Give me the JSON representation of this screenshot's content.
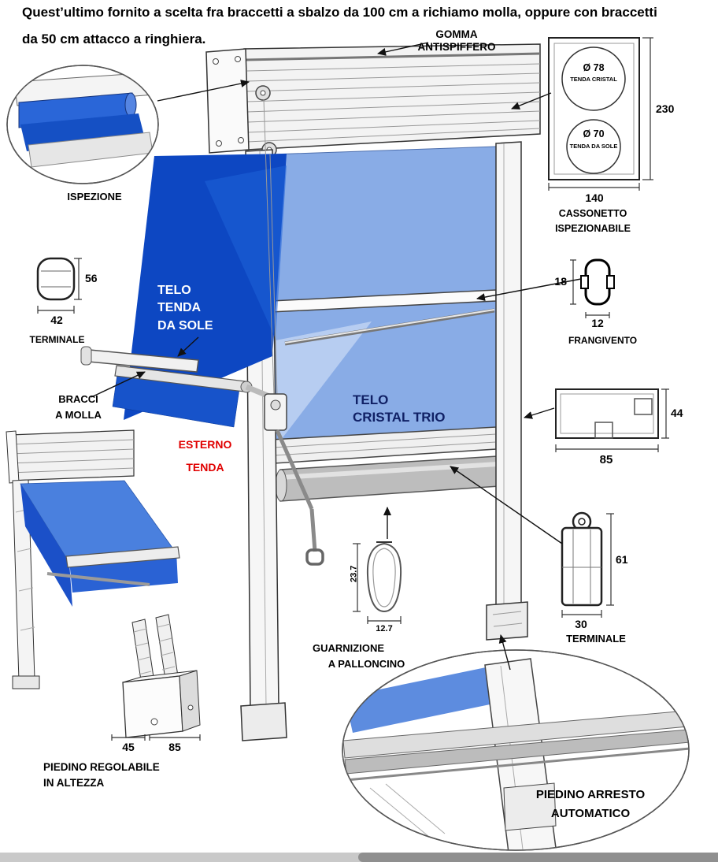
{
  "page": {
    "intro_line1": "Quest’ultimo fornito a scelta fra braccetti a sbalzo da 100 cm a richiamo molla, oppure con braccetti",
    "intro_line2": "da 50 cm attacco a ringhiera."
  },
  "colors": {
    "awning_dark_blue": "#0d47c2",
    "cristal_blue": "#79a1e3",
    "accent_red": "#e00000",
    "navy_text": "#102065"
  },
  "callouts": {
    "gomma_antispiffero": {
      "line1": "GOMMA",
      "line2": "ANTISPIFFERO"
    },
    "ispezione": {
      "label": "ISPEZIONE"
    },
    "cassonetto": {
      "circle1_dia": "Ø 78",
      "circle1_name": "TENDA CRISTAL",
      "circle2_dia": "Ø 70",
      "circle2_name": "TENDA DA SOLE",
      "height": "230",
      "width": "140",
      "name_line1": "CASSONETTO",
      "name_line2": "ISPEZIONABILE"
    },
    "terminale_sx": {
      "label": "TERMINALE",
      "height": "56",
      "width": "42"
    },
    "telo_tenda_da_sole": {
      "line1": "TELO",
      "line2": "TENDA",
      "line3": "DA SOLE"
    },
    "bracci_a_molla": {
      "line1": "BRACCI",
      "line2": "A MOLLA"
    },
    "esterno_tenda": {
      "line1": "ESTERNO",
      "line2": "TENDA"
    },
    "telo_cristal": {
      "line1": "TELO",
      "line2": "CRISTAL TRIO"
    },
    "frangivento": {
      "label": "FRANGIVENTO",
      "height": "18",
      "width": "12"
    },
    "profilo_inferiore": {
      "height": "44",
      "width": "85"
    },
    "guarnizione": {
      "line1": "GUARNIZIONE",
      "line2": "A PALLONCINO",
      "height": "23.7",
      "width": "12.7"
    },
    "terminale_dx": {
      "label": "TERMINALE",
      "height": "61",
      "width": "30"
    },
    "piedino_regolabile": {
      "line1": "PIEDINO REGOLABILE",
      "line2": "IN ALTEZZA",
      "width_front": "45",
      "width_side": "85"
    },
    "piedino_arresto": {
      "line1": "PIEDINO ARRESTO",
      "line2": "AUTOMATICO"
    }
  }
}
